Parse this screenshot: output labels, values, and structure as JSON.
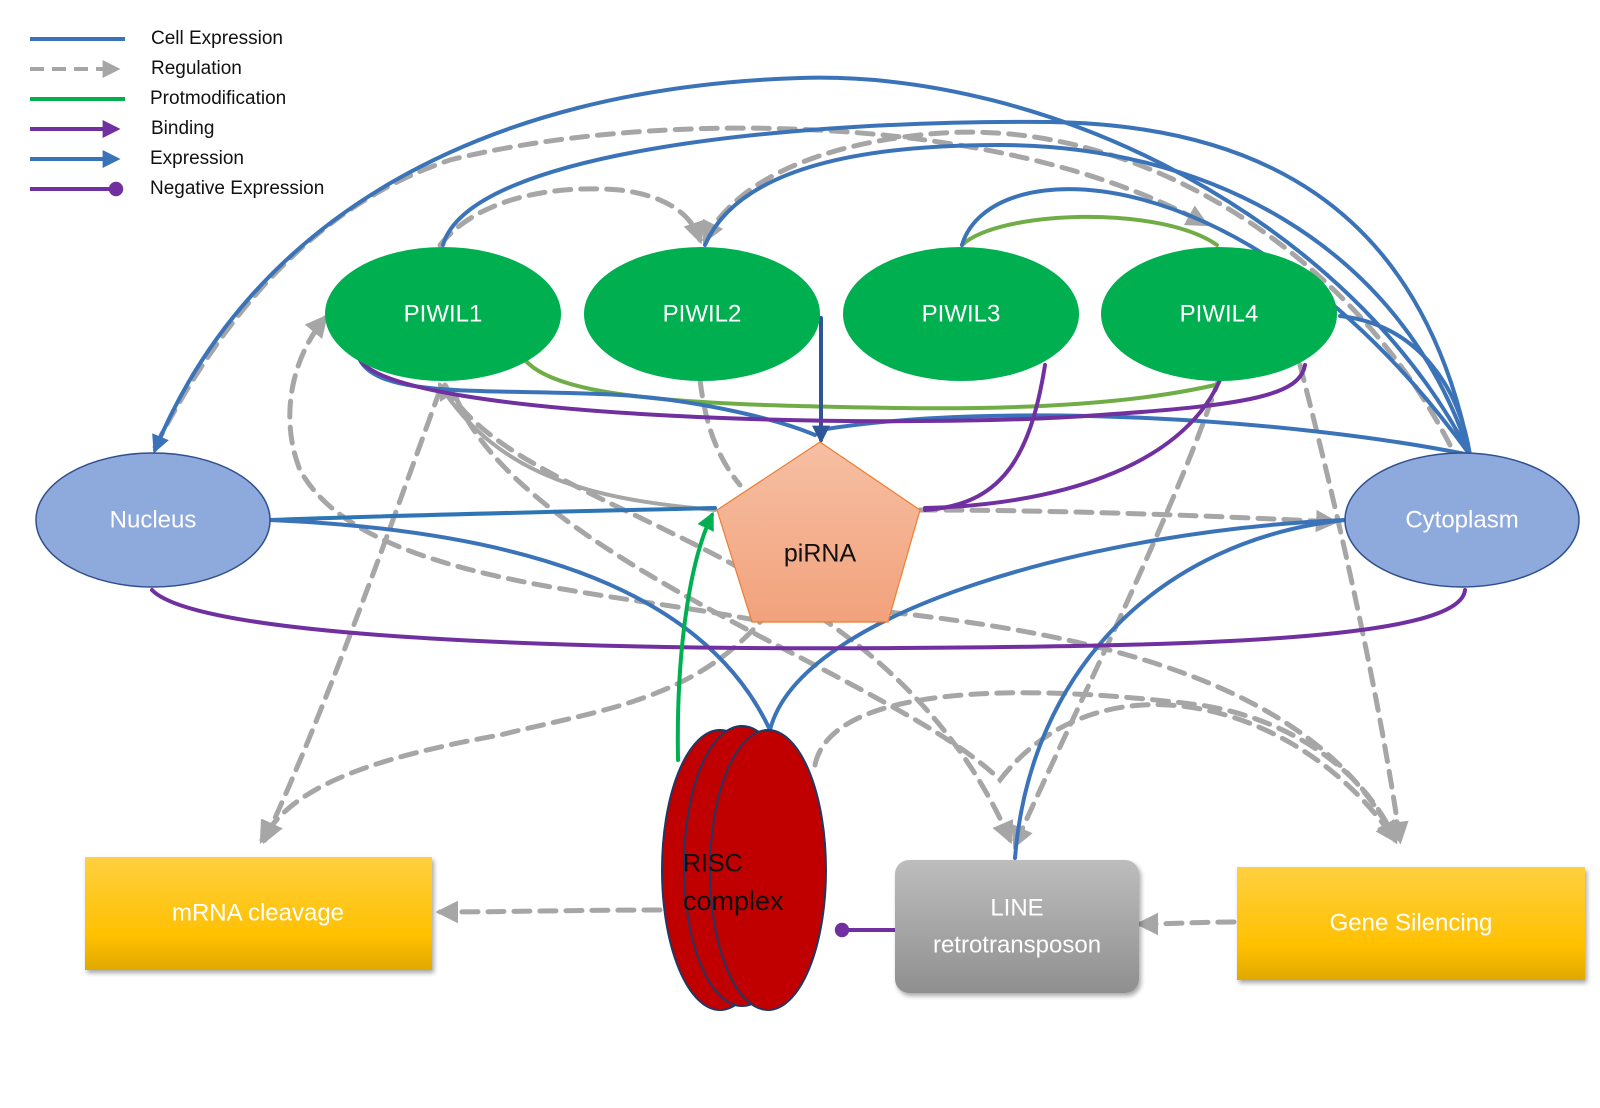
{
  "legend": [
    {
      "label": "Cell Expression",
      "color": "#3B73B9",
      "style": "solid"
    },
    {
      "label": "Regulation",
      "color": "#A6A6A6",
      "style": "dashed-arrow"
    },
    {
      "label": "Protmodification",
      "color": "#00B050",
      "style": "solid"
    },
    {
      "label": "Binding",
      "color": "#7030A0",
      "style": "solid-arrow"
    },
    {
      "label": "Expression",
      "color": "#3B73B9",
      "style": "solid-arrow"
    },
    {
      "label": "Negative Expression",
      "color": "#7030A0",
      "style": "circle-end"
    }
  ],
  "nodes": {
    "piwil1": {
      "label": "PIWIL1",
      "color": "#00B050"
    },
    "piwil2": {
      "label": "PIWIL2",
      "color": "#00B050"
    },
    "piwil3": {
      "label": "PIWIL3",
      "color": "#00B050"
    },
    "piwil4": {
      "label": "PIWIL4",
      "color": "#00B050"
    },
    "nucleus": {
      "label": "Nucleus",
      "color": "#8EA9DB"
    },
    "cytoplasm": {
      "label": "Cytoplasm",
      "color": "#8EA9DB"
    },
    "pirna": {
      "label": "piRNA",
      "color": "#F4B183"
    },
    "risc": {
      "line1": "RISC",
      "line2": "complex",
      "color": "#C00000"
    },
    "mrna": {
      "label": "mRNA cleavage",
      "color": "#FFC000"
    },
    "line": {
      "line1": "LINE",
      "line2": "retrotransposon",
      "color": "#A6A6A6"
    },
    "gene": {
      "label": "Gene Silencing",
      "color": "#FFC000"
    }
  }
}
